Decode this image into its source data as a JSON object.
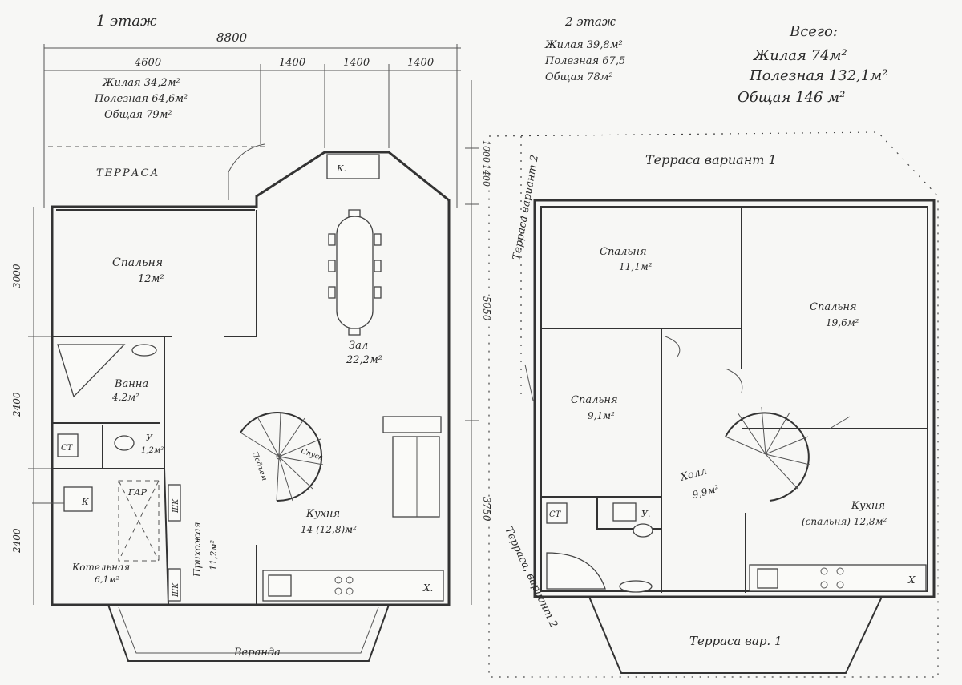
{
  "floor1": {
    "title": "1 этаж",
    "dims": {
      "total_width": "8800",
      "w4600": "4600",
      "w1400a": "1400",
      "w1400b": "1400",
      "w1400c": "1400",
      "h3000": "3000",
      "h2400a": "2400",
      "h2400b": "2400",
      "r1000": "1000",
      "r1400": "1400",
      "r5050": "5050",
      "r3750": "3750"
    },
    "areas": {
      "living": "Жилая 34,2м²",
      "useful": "Полезная 64,6м²",
      "total": "Общая 79м²"
    },
    "terrace": "ТЕРРАСА",
    "veranda": "Веранда",
    "rooms": {
      "bedroom": {
        "name": "Спальня",
        "area": "12м²"
      },
      "hall": {
        "name": "Зал",
        "area": "22,2м²"
      },
      "bath": {
        "name": "Ванна",
        "area": "4,2м²"
      },
      "wc": {
        "name": "У",
        "area": "1,2м²"
      },
      "kitchen": {
        "name": "Кухня",
        "area": "14 (12,8)м²"
      },
      "corridor": {
        "name": "Прихожая",
        "area": "11,2м²"
      },
      "boiler": {
        "name": "Котельная",
        "area": "6,1м²"
      }
    },
    "labels": {
      "fireplace": "К.",
      "stair_up": "Подъем",
      "stair_down": "Спуск",
      "gas_boiler": "К",
      "gar": "ГАР",
      "shk1": "ШК",
      "shk2": "ШК",
      "sink_x": "Х.",
      "st": "СТ",
      "wc_u": "У"
    }
  },
  "floor2": {
    "title": "2 этаж",
    "areas": {
      "living": "Жилая 39,8м²",
      "useful": "Полезная 67,5",
      "total": "Общая 78м²"
    },
    "terrace_v1_top": "Терраса вариант 1",
    "terrace_v2_left": "Терраса вариант 2",
    "terrace_v2_bottom": "Терраса, вариант 2",
    "terrace_v1_bottom": "Терраса вар. 1",
    "rooms": {
      "bed1": {
        "name": "Спальня",
        "area": "11,1м²"
      },
      "bed2": {
        "name": "Спальня",
        "area": "19,6м²"
      },
      "bed3": {
        "name": "Спальня",
        "area": "9,1м²"
      },
      "hall": {
        "name": "Холл",
        "area": "9,9м²"
      },
      "kitchen": {
        "name": "Кухня",
        "area": "(спальня) 12,8м²"
      }
    },
    "labels": {
      "st": "СТ",
      "wc_u": "У.",
      "sink_x": "Х"
    }
  },
  "totals": {
    "header": "Всего:",
    "living": "Жилая 74м²",
    "useful": "Полезная 132,1м²",
    "total": "Общая 146 м²"
  },
  "colors": {
    "ink": "#333333",
    "paper": "#f7f7f5"
  }
}
